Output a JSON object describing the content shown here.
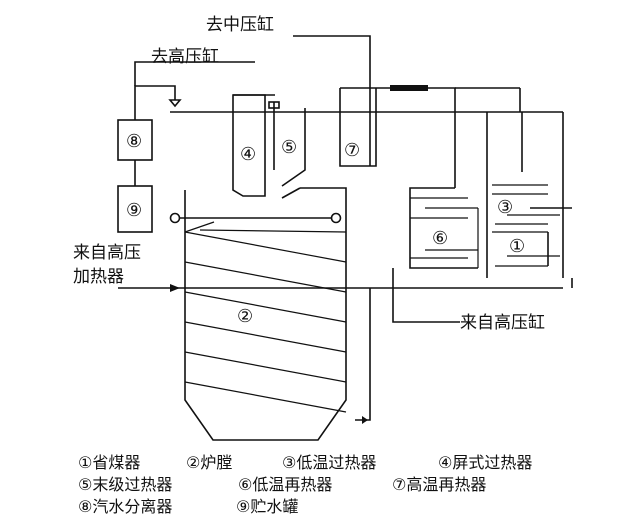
{
  "annotations": {
    "to_ip_cylinder": "去中压缸",
    "to_hp_cylinder": "去高压缸",
    "from_hp_heater_line1": "来自高压",
    "from_hp_heater_line2": "加热器",
    "from_hp_cylinder": "来自高压缸"
  },
  "components": [
    {
      "num": "①",
      "name": "省煤器"
    },
    {
      "num": "②",
      "name": "炉膛"
    },
    {
      "num": "③",
      "name": "低温过热器"
    },
    {
      "num": "④",
      "name": "屏式过热器"
    },
    {
      "num": "⑤",
      "name": "末级过热器"
    },
    {
      "num": "⑥",
      "name": "低温再热器"
    },
    {
      "num": "⑦",
      "name": "高温再热器"
    },
    {
      "num": "⑧",
      "name": "汽水分离器"
    },
    {
      "num": "⑨",
      "name": "贮水罐"
    }
  ],
  "legend": [
    "①省煤器",
    "②炉膛",
    "③低温过热器",
    "④屏式过热器",
    "⑤末级过热器",
    "⑥低温再热器",
    "⑦高温再热器",
    "⑧汽水分离器",
    "⑨贮水罐"
  ]
}
